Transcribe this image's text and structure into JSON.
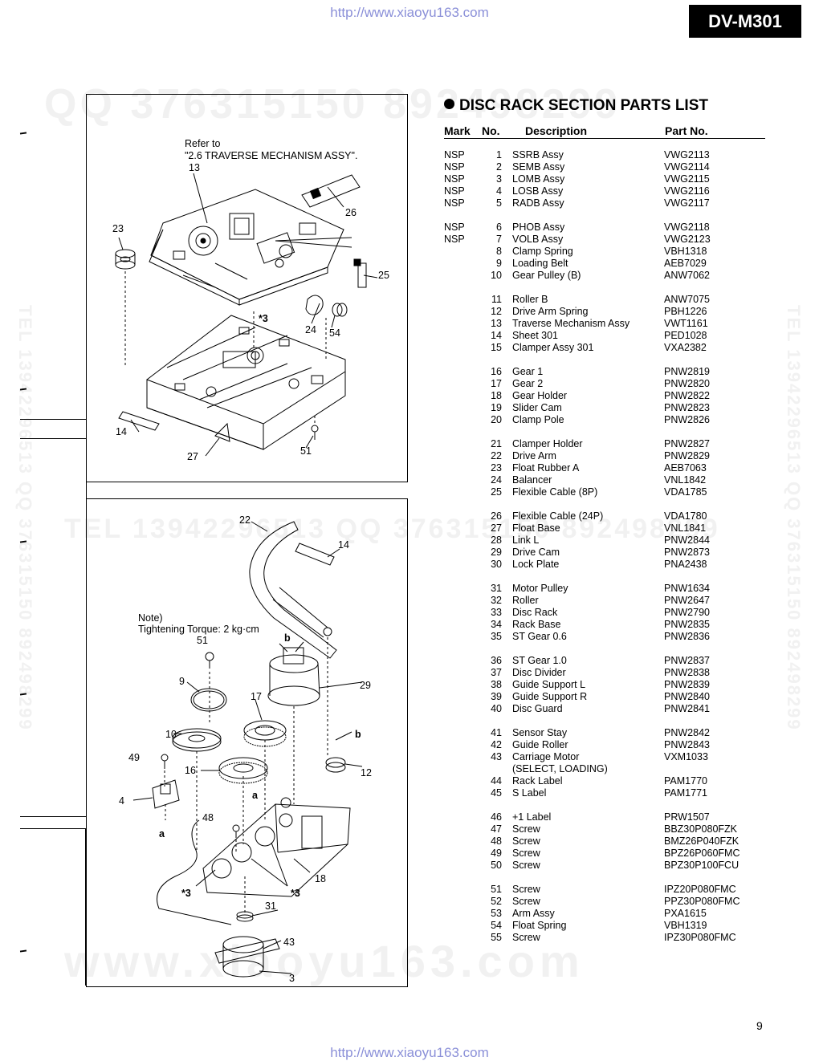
{
  "header": {
    "url": "http://www.xiaoyu163.com",
    "model": "DV-M301"
  },
  "footer": {
    "url": "http://www.xiaoyu163.com",
    "page_number": "9"
  },
  "watermarks": {
    "w1": "QQ 376315150  892498299",
    "w2": "TEL  13942296513        QQ  376315150  892498299",
    "w3": "www.xiaoyu163.com",
    "w4": "TEL 13942296513  QQ 376315150 892498299",
    "w5": "TEL 13942296513  QQ 376315150 892498299"
  },
  "figure1": {
    "refer_line1": "Refer to",
    "refer_line2": "\"2.6 TRAVERSE MECHANISM ASSY\".",
    "callouts": {
      "c13": "13",
      "c23": "23",
      "c26": "26",
      "c25": "25",
      "c3": "*3",
      "c24": "24",
      "c54": "54",
      "c14": "14",
      "c27": "27",
      "c51": "51"
    }
  },
  "figure2": {
    "note_line1": "Note)",
    "note_line2": "Tightening Torque: 2 kg·cm",
    "callouts": {
      "c22": "22",
      "c14": "14",
      "cb1": "b",
      "c51": "51",
      "c9": "9",
      "c17": "17",
      "c29": "29",
      "c10": "10",
      "cb2": "b",
      "c49": "49",
      "c16": "16",
      "c12": "12",
      "c4": "4",
      "ca1": "a",
      "c48": "48",
      "ca2": "a",
      "c3l": "*3",
      "c18": "18",
      "c3r": "*3",
      "c31": "31",
      "c43": "43",
      "c3": "3"
    }
  },
  "parts_list": {
    "title": "DISC RACK SECTION PARTS LIST",
    "headers": {
      "mark": "Mark",
      "no": "No.",
      "description": "Description",
      "part_no": "Part No."
    },
    "rows": [
      {
        "mark": "NSP",
        "no": "1",
        "desc": "SSRB Assy",
        "part": "VWG2113"
      },
      {
        "mark": "NSP",
        "no": "2",
        "desc": "SEMB Assy",
        "part": "VWG2114"
      },
      {
        "mark": "NSP",
        "no": "3",
        "desc": "LOMB Assy",
        "part": "VWG2115"
      },
      {
        "mark": "NSP",
        "no": "4",
        "desc": "LOSB Assy",
        "part": "VWG2116"
      },
      {
        "mark": "NSP",
        "no": "5",
        "desc": "RADB Assy",
        "part": "VWG2117"
      },
      {
        "mark": "NSP",
        "no": "6",
        "desc": "PHOB Assy",
        "part": "VWG2118"
      },
      {
        "mark": "NSP",
        "no": "7",
        "desc": "VOLB Assy",
        "part": "VWG2123"
      },
      {
        "mark": "",
        "no": "8",
        "desc": "Clamp Spring",
        "part": "VBH1318"
      },
      {
        "mark": "",
        "no": "9",
        "desc": "Loading Belt",
        "part": "AEB7029"
      },
      {
        "mark": "",
        "no": "10",
        "desc": "Gear Pulley (B)",
        "part": "ANW7062"
      },
      {
        "mark": "",
        "no": "11",
        "desc": "Roller B",
        "part": "ANW7075"
      },
      {
        "mark": "",
        "no": "12",
        "desc": "Drive Arm Spring",
        "part": "PBH1226"
      },
      {
        "mark": "",
        "no": "13",
        "desc": "Traverse Mechanism Assy",
        "part": "VWT1161"
      },
      {
        "mark": "",
        "no": "14",
        "desc": "Sheet 301",
        "part": "PED1028"
      },
      {
        "mark": "",
        "no": "15",
        "desc": "Clamper Assy 301",
        "part": "VXA2382"
      },
      {
        "mark": "",
        "no": "16",
        "desc": "Gear 1",
        "part": "PNW2819"
      },
      {
        "mark": "",
        "no": "17",
        "desc": "Gear 2",
        "part": "PNW2820"
      },
      {
        "mark": "",
        "no": "18",
        "desc": "Gear Holder",
        "part": "PNW2822"
      },
      {
        "mark": "",
        "no": "19",
        "desc": "Slider Cam",
        "part": "PNW2823"
      },
      {
        "mark": "",
        "no": "20",
        "desc": "Clamp Pole",
        "part": "PNW2826"
      },
      {
        "mark": "",
        "no": "21",
        "desc": "Clamper Holder",
        "part": "PNW2827"
      },
      {
        "mark": "",
        "no": "22",
        "desc": "Drive Arm",
        "part": "PNW2829"
      },
      {
        "mark": "",
        "no": "23",
        "desc": "Float Rubber A",
        "part": "AEB7063"
      },
      {
        "mark": "",
        "no": "24",
        "desc": "Balancer",
        "part": "VNL1842"
      },
      {
        "mark": "",
        "no": "25",
        "desc": "Flexible Cable (8P)",
        "part": "VDA1785"
      },
      {
        "mark": "",
        "no": "26",
        "desc": "Flexible Cable (24P)",
        "part": "VDA1780"
      },
      {
        "mark": "",
        "no": "27",
        "desc": "Float Base",
        "part": "VNL1841"
      },
      {
        "mark": "",
        "no": "28",
        "desc": "Link L",
        "part": "PNW2844"
      },
      {
        "mark": "",
        "no": "29",
        "desc": "Drive Cam",
        "part": "PNW2873"
      },
      {
        "mark": "",
        "no": "30",
        "desc": "Lock Plate",
        "part": "PNA2438"
      },
      {
        "mark": "",
        "no": "31",
        "desc": "Motor Pulley",
        "part": "PNW1634"
      },
      {
        "mark": "",
        "no": "32",
        "desc": "Roller",
        "part": "PNW2647"
      },
      {
        "mark": "",
        "no": "33",
        "desc": "Disc Rack",
        "part": "PNW2790"
      },
      {
        "mark": "",
        "no": "34",
        "desc": "Rack Base",
        "part": "PNW2835"
      },
      {
        "mark": "",
        "no": "35",
        "desc": "ST Gear 0.6",
        "part": "PNW2836"
      },
      {
        "mark": "",
        "no": "36",
        "desc": "ST Gear 1.0",
        "part": "PNW2837"
      },
      {
        "mark": "",
        "no": "37",
        "desc": "Disc Divider",
        "part": "PNW2838"
      },
      {
        "mark": "",
        "no": "38",
        "desc": "Guide Support L",
        "part": "PNW2839"
      },
      {
        "mark": "",
        "no": "39",
        "desc": "Guide Support R",
        "part": "PNW2840"
      },
      {
        "mark": "",
        "no": "40",
        "desc": "Disc Guard",
        "part": "PNW2841"
      },
      {
        "mark": "",
        "no": "41",
        "desc": "Sensor Stay",
        "part": "PNW2842"
      },
      {
        "mark": "",
        "no": "42",
        "desc": "Guide Roller",
        "part": "PNW2843"
      },
      {
        "mark": "",
        "no": "43",
        "desc": "Carriage Motor",
        "part": "VXM1033"
      },
      {
        "mark": "",
        "no": "",
        "desc": "(SELECT, LOADING)",
        "part": ""
      },
      {
        "mark": "",
        "no": "44",
        "desc": "Rack Label",
        "part": "PAM1770"
      },
      {
        "mark": "",
        "no": "45",
        "desc": "S Label",
        "part": "PAM1771"
      },
      {
        "mark": "",
        "no": "46",
        "desc": "+1 Label",
        "part": "PRW1507"
      },
      {
        "mark": "",
        "no": "47",
        "desc": "Screw",
        "part": "BBZ30P080FZK"
      },
      {
        "mark": "",
        "no": "48",
        "desc": "Screw",
        "part": "BMZ26P040FZK"
      },
      {
        "mark": "",
        "no": "49",
        "desc": "Screw",
        "part": "BPZ26P060FMC"
      },
      {
        "mark": "",
        "no": "50",
        "desc": "Screw",
        "part": "BPZ30P100FCU"
      },
      {
        "mark": "",
        "no": "51",
        "desc": "Screw",
        "part": "IPZ20P080FMC"
      },
      {
        "mark": "",
        "no": "52",
        "desc": "Screw",
        "part": "PPZ30P080FMC"
      },
      {
        "mark": "",
        "no": "53",
        "desc": "Arm Assy",
        "part": "PXA1615"
      },
      {
        "mark": "",
        "no": "54",
        "desc": "Float Spring",
        "part": "VBH1319"
      },
      {
        "mark": "",
        "no": "55",
        "desc": "Screw",
        "part": "IPZ30P080FMC"
      }
    ]
  }
}
